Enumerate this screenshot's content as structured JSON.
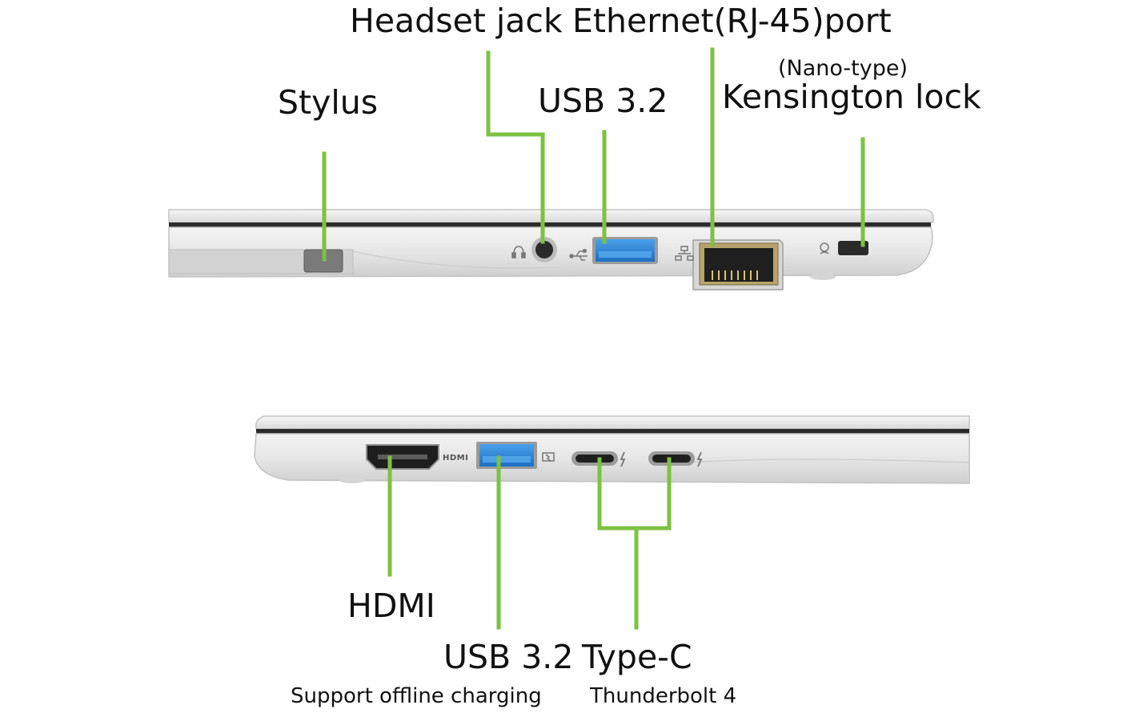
{
  "colors": {
    "leader_line": "#7dc242",
    "chassis": "#e8e8e8",
    "chassis_edge": "#c9c9c9",
    "usb_blue": "#2f86d6",
    "port_dark": "#2a2a2a"
  },
  "top_side": {
    "labels": {
      "headset_jack": "Headset jack",
      "ethernet": "Ethernet(RJ-45)port",
      "nano_type": "(Nano-type)",
      "kensington": "Kensington lock",
      "stylus": "Stylus",
      "usb": "USB 3.2"
    },
    "icons": [
      "headset-icon",
      "usb-icon",
      "network-icon",
      "lock-icon"
    ]
  },
  "bottom_side": {
    "labels": {
      "hdmi": "HDMI",
      "hdmi_port_text": "HDMI",
      "usb": "USB 3.2",
      "usb_note": "Support offline charging",
      "typec": "Type-C",
      "typec_note": "Thunderbolt 4"
    },
    "icons": [
      "battery-charge-icon",
      "thunderbolt-icon",
      "thunderbolt-icon"
    ]
  }
}
